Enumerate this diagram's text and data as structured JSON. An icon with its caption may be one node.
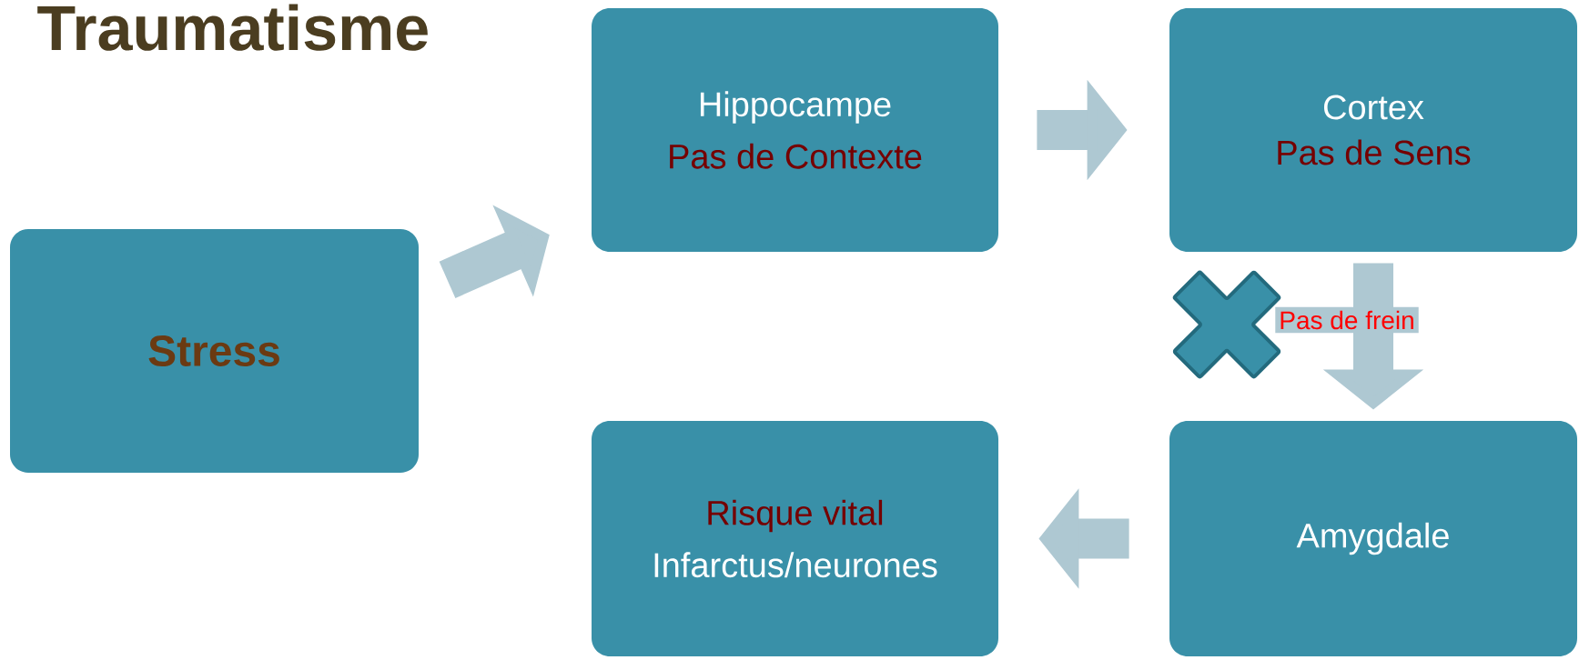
{
  "diagram": {
    "title": "Traumatisme",
    "nodes": [
      {
        "text": [
          "Stress"
        ]
      },
      {
        "text": [
          "Hippocampe",
          "Pas de Contexte"
        ]
      },
      {
        "text": [
          "Cortex",
          "Pas de Sens"
        ]
      },
      {
        "text": [
          "Amygdale"
        ]
      },
      {
        "text": [
          "Risque vital",
          "Infarctus/neurones"
        ]
      }
    ],
    "edges": [
      {
        "from": 0,
        "to": 1,
        "arrow": "to"
      },
      {
        "from": 1,
        "to": 2,
        "arrow": "to"
      },
      {
        "from": 2,
        "to": 3,
        "arrow": "to",
        "label": "Pas de frein"
      },
      {
        "from": 3,
        "to": 4,
        "arrow": "to"
      }
    ]
  }
}
